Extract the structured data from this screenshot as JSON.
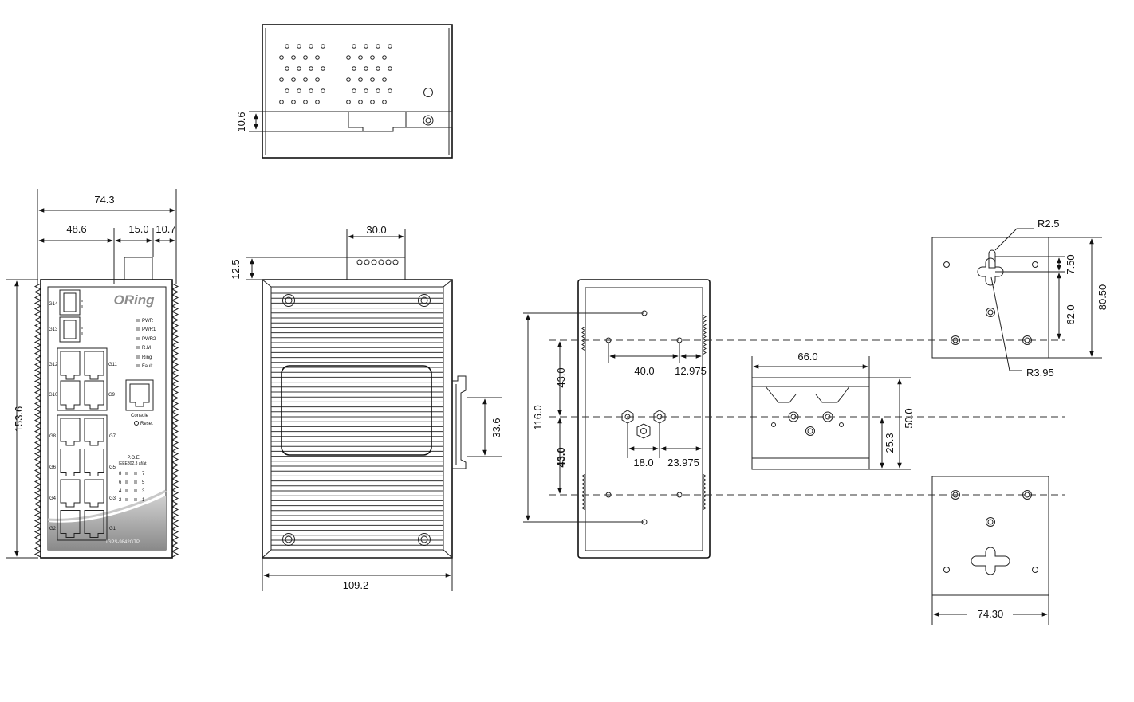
{
  "brand": "ORing",
  "model": "IGPS-9842GTP",
  "front_panel": {
    "ports_sfp": [
      "G14",
      "G13"
    ],
    "ports_rj45_left": [
      "G12",
      "G10",
      "G8",
      "G6",
      "G4",
      "G2"
    ],
    "ports_rj45_right": [
      "G11",
      "G9",
      "G7",
      "G5",
      "G3",
      "G1"
    ],
    "leds": [
      "PWR",
      "PWR1",
      "PWR2",
      "R.M",
      "Ring",
      "Fault"
    ],
    "console_label": "Console",
    "reset_label": "Reset",
    "poe_title": "P.O.E.",
    "poe_standard": "IEEE802.3 af/at",
    "poe_left": [
      "8",
      "6",
      "4",
      "2"
    ],
    "poe_right": [
      "7",
      "5",
      "3",
      "1"
    ]
  },
  "dimensions": {
    "top_view_height": "10.6",
    "front_total_width": "74.3",
    "front_width_a": "48.6",
    "front_width_b": "15.0",
    "front_width_c": "10.7",
    "front_height": "153.6",
    "side_connector_width": "30.0",
    "side_connector_height": "12.5",
    "side_width": "109.2",
    "side_din_clip": "33.6",
    "panel_height": "116.0",
    "panel_upper": "43.0",
    "panel_lower": "43.0",
    "panel_holes_spacing": "40.0",
    "panel_edge_offset": "12.975",
    "panel_screw_spacing": "18.0",
    "panel_screw_offset": "23.975",
    "din_width": "66.0",
    "din_height": "50.0",
    "din_half": "25.3",
    "wall_radius_small": "R2.5",
    "wall_radius_large": "R3.95",
    "wall_slot": "7.50",
    "wall_pitch": "62.0",
    "wall_total": "80.50",
    "wall_width": "74.30"
  }
}
